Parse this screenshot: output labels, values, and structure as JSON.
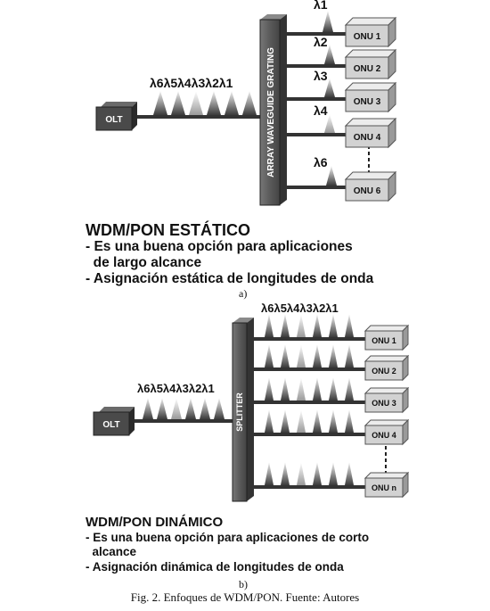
{
  "figure_a": {
    "olt_label": "OLT",
    "awg_label": "ARRAY WAVEGUIDE GRATING",
    "wavelength_sequence": "λ6λ5λ4λ3λ2λ1",
    "branches": [
      {
        "wavelength": "λ1",
        "onu": "ONU 1"
      },
      {
        "wavelength": "λ2",
        "onu": "ONU 2"
      },
      {
        "wavelength": "λ3",
        "onu": "ONU 3"
      },
      {
        "wavelength": "λ4",
        "onu": "ONU 4"
      },
      {
        "wavelength": "λ6",
        "onu": "ONU 6"
      }
    ],
    "title": "WDM/PON ESTÁTICO",
    "bullets": [
      "- Es una buena opción para aplicaciones",
      "  de largo alcance",
      "- Asignación estática de longitudes de onda"
    ],
    "sublabel": "a)"
  },
  "figure_b": {
    "olt_label": "OLT",
    "splitter_label": "SPLITTER",
    "wavelength_sequence_top": "λ6λ5λ4λ3λ2λ1",
    "wavelength_sequence_left": "λ6λ5λ4λ3λ2λ1",
    "onus": [
      "ONU 1",
      "ONU 2",
      "ONU 3",
      "ONU 4",
      "ONU n"
    ],
    "title": "WDM/PON DINÁMICO",
    "bullets": [
      "- Es una buena opción para aplicaciones de corto",
      "  alcance",
      "- Asignación dinámica de longitudes de onda"
    ],
    "sublabel": "b)"
  },
  "caption": "Fig. 2. Enfoques de WDM/PON. Fuente: Autores"
}
